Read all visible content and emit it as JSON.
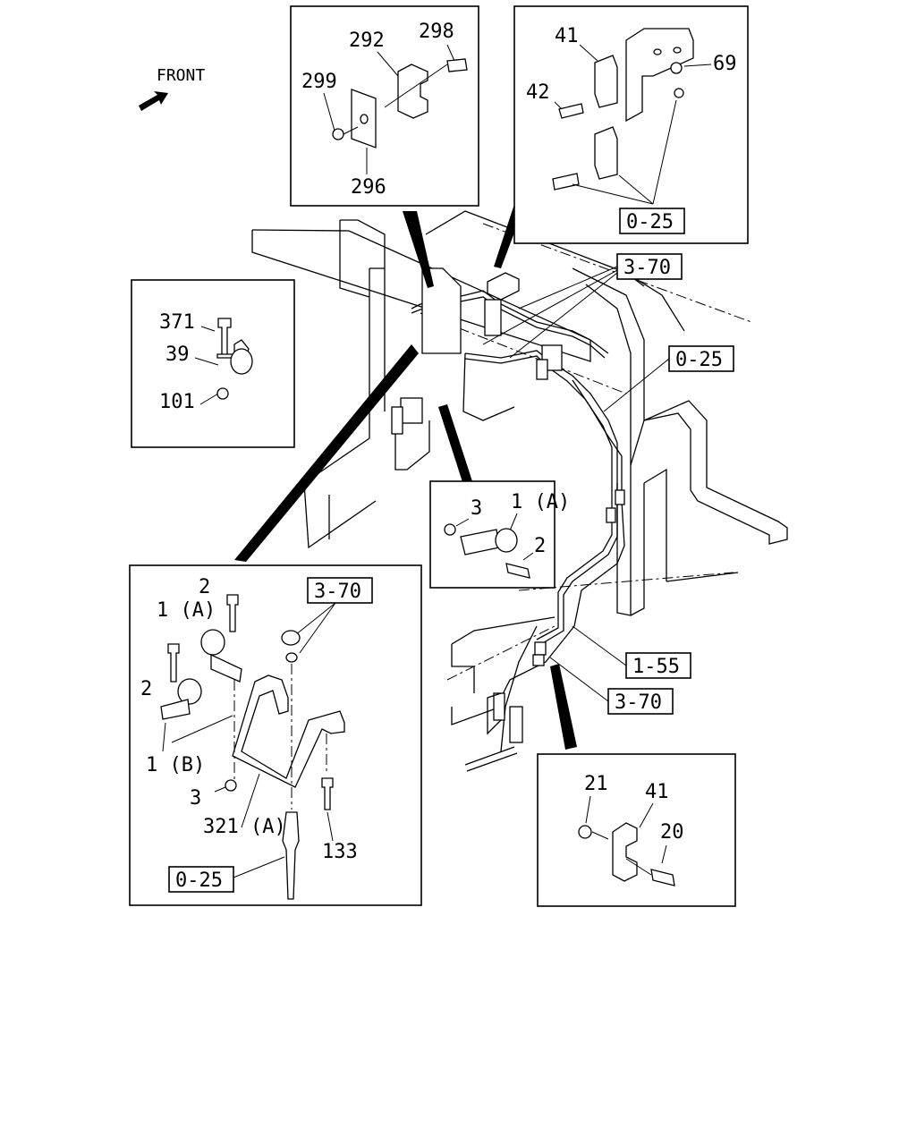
{
  "front_label": "FRONT",
  "box_top_center": {
    "l292": "292",
    "l298": "298",
    "l299": "299",
    "l296": "296"
  },
  "box_top_right": {
    "l41": "41",
    "l69": "69",
    "l42": "42",
    "ref_0_25": "0-25"
  },
  "box_left": {
    "l371": "371",
    "l39": "39",
    "l101": "101"
  },
  "box_mid": {
    "l3": "3",
    "l1a": "1 (A)",
    "l2": "2"
  },
  "box_bottom_left": {
    "l2_top": "2",
    "l1a": "1 (A)",
    "l2_side": "2",
    "l1b": "1 (B)",
    "l3": "3",
    "l321a": "321 (A)",
    "l133": "133",
    "ref_3_70": "3-70",
    "ref_0_25": "0-25"
  },
  "box_bottom_right": {
    "l21": "21",
    "l41": "41",
    "l20": "20"
  },
  "main": {
    "ref_3_70_top": "3-70",
    "ref_0_25": "0-25",
    "ref_1_55": "1-55",
    "ref_3_70_bot": "3-70"
  }
}
